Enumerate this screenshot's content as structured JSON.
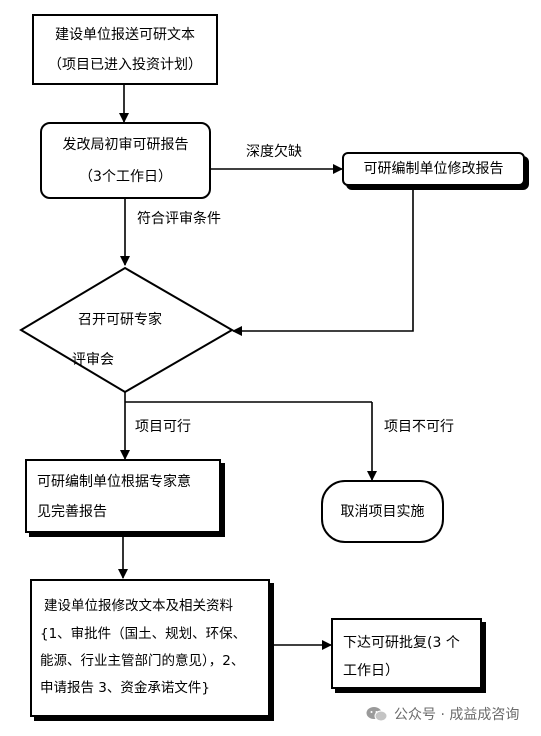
{
  "nodes": {
    "n1": {
      "line1": "建设单位报送可研文本",
      "line2": "（项目已进入投资计划）"
    },
    "n2": {
      "line1": "发改局初审可研报告",
      "line2": "（3个工作日）"
    },
    "n3": {
      "text": "可研编制单位修改报告"
    },
    "n4": {
      "line1": "召开可研专家",
      "line2": "评审会"
    },
    "n5": {
      "line1": "可研编制单位根据专家意",
      "line2": "见完善报告"
    },
    "n6": {
      "text": "取消项目实施"
    },
    "n7": {
      "line1": "建设单位报修改文本及相关资料",
      "line2": "{1、审批件（国土、规划、环保、",
      "line3": "能源、行业主管部门的意见），2、",
      "line4": "申请报告 3、资金承诺文件}"
    },
    "n8": {
      "line1": "下达可研批复(3 个",
      "line2": "工作日）"
    }
  },
  "edge_labels": {
    "deficient": "深度欠缺",
    "meets": "符合评审条件",
    "feasible": "项目可行",
    "not_feasible": "项目不可行"
  },
  "watermark": {
    "text": "公众号 · 成益成咨询",
    "icon": "wechat-icon"
  }
}
